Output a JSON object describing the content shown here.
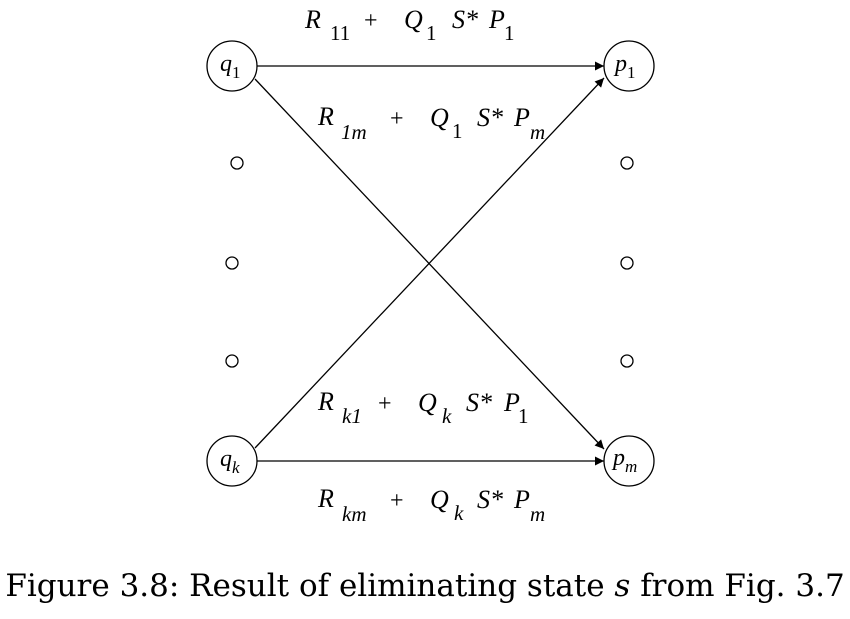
{
  "states": {
    "q1": {
      "base": "q",
      "sub": "1"
    },
    "qk": {
      "base": "q",
      "sub": "k"
    },
    "p1": {
      "base": "p",
      "sub": "1"
    },
    "pm": {
      "base": "p",
      "sub": "m"
    }
  },
  "edge_labels": {
    "q1_p1": {
      "r": "R",
      "r_sub": "11",
      "plus": "+",
      "q": "Q",
      "q_sub": "1",
      "star": "S*",
      "p": "P",
      "p_sub": "1"
    },
    "q1_pm": {
      "r": "R",
      "r_sub": "1m",
      "plus": "+",
      "q": "Q",
      "q_sub": "1",
      "star": "S*",
      "p": "P",
      "p_sub": "m"
    },
    "qk_p1": {
      "r": "R",
      "r_sub": "k1",
      "plus": "+",
      "q": "Q",
      "q_sub": "k",
      "star": "S*",
      "p": "P",
      "p_sub": "1"
    },
    "qk_pm": {
      "r": "R",
      "r_sub": "km",
      "plus": "+",
      "q": "Q",
      "q_sub": "k",
      "star": "S*",
      "p": "P",
      "p_sub": "m"
    }
  },
  "caption": {
    "prefix": "Figure 3.8: Result of eliminating state ",
    "var": "s",
    "suffix": " from Fig. 3.7"
  }
}
